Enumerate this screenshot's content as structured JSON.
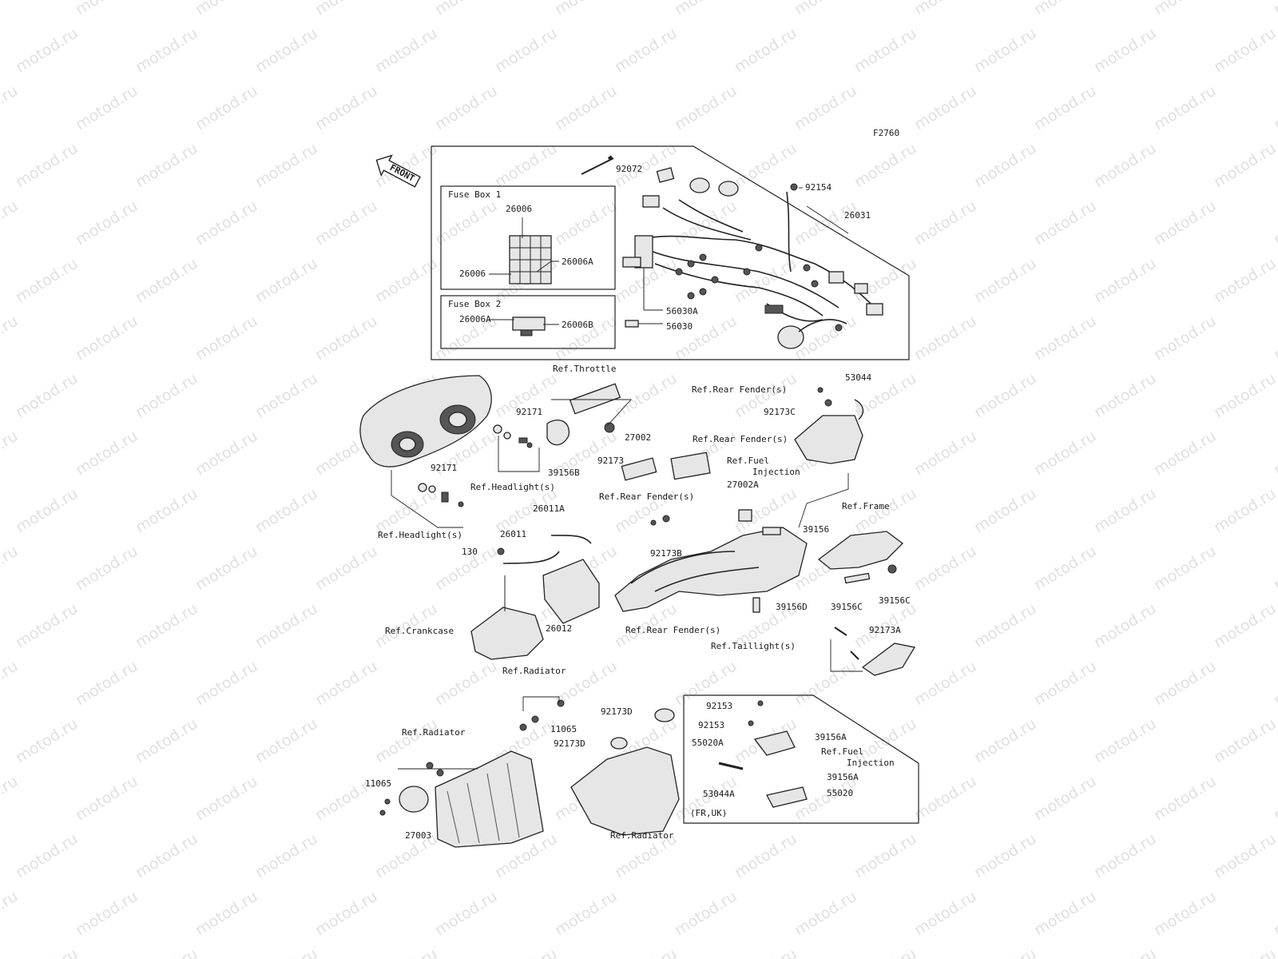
{
  "watermark": "motod.ru",
  "figure_code": "F2760",
  "front_label": "FRONT",
  "boxes": {
    "fuse_box_1": "Fuse Box 1",
    "fuse_box_2": "Fuse Box 2",
    "fr_uk": "(FR,UK)"
  },
  "labels": {
    "p92072": "92072",
    "p92154": "92154",
    "p26031": "26031",
    "p26006_top": "26006",
    "p26006A_box1": "26006A",
    "p26006_left": "26006",
    "p26006A_box2": "26006A",
    "p26006B": "26006B",
    "p56030A": "56030A",
    "p56030": "56030",
    "ref_throttle": "Ref.Throttle",
    "ref_rear_fender_1": "Ref.Rear Fender(s)",
    "p53044": "53044",
    "p92173C": "92173C",
    "ref_rear_fender_2": "Ref.Rear Fender(s)",
    "ref_fuel_injection_1a": "Ref.Fuel",
    "ref_fuel_injection_1b": "Injection",
    "p92171_a": "92171",
    "p27002": "27002",
    "p92173": "92173",
    "p39156B": "39156B",
    "ref_headlight_1": "Ref.Headlight(s)",
    "p92171_b": "92171",
    "ref_rear_fender_3": "Ref.Rear Fender(s)",
    "p27002A": "27002A",
    "p26011A": "26011A",
    "ref_frame": "Ref.Frame",
    "p39156": "39156",
    "ref_headlight_2": "Ref.Headlight(s)",
    "p26011": "26011",
    "p130": "130",
    "p92173B": "92173B",
    "p39156D": "39156D",
    "p39156C_a": "39156C",
    "p39156C_b": "39156C",
    "ref_crankcase": "Ref.Crankcase",
    "p26012": "26012",
    "ref_rear_fender_4": "Ref.Rear Fender(s)",
    "p92173A": "92173A",
    "ref_taillight": "Ref.Taillight(s)",
    "ref_radiator_1": "Ref.Radiator",
    "p11065_a": "11065",
    "p92173D_a": "92173D",
    "p92153_a": "92153",
    "p92153_b": "92153",
    "p55020A": "55020A",
    "p39156A_a": "39156A",
    "ref_fuel_injection_2a": "Ref.Fuel",
    "ref_fuel_injection_2b": "Injection",
    "ref_radiator_2": "Ref.Radiator",
    "p92173D_b": "92173D",
    "p11065_b": "11065",
    "p53044A": "53044A",
    "p39156A_b": "39156A",
    "p55020": "55020",
    "p27003": "27003",
    "ref_radiator_3": "Ref.Radiator"
  }
}
